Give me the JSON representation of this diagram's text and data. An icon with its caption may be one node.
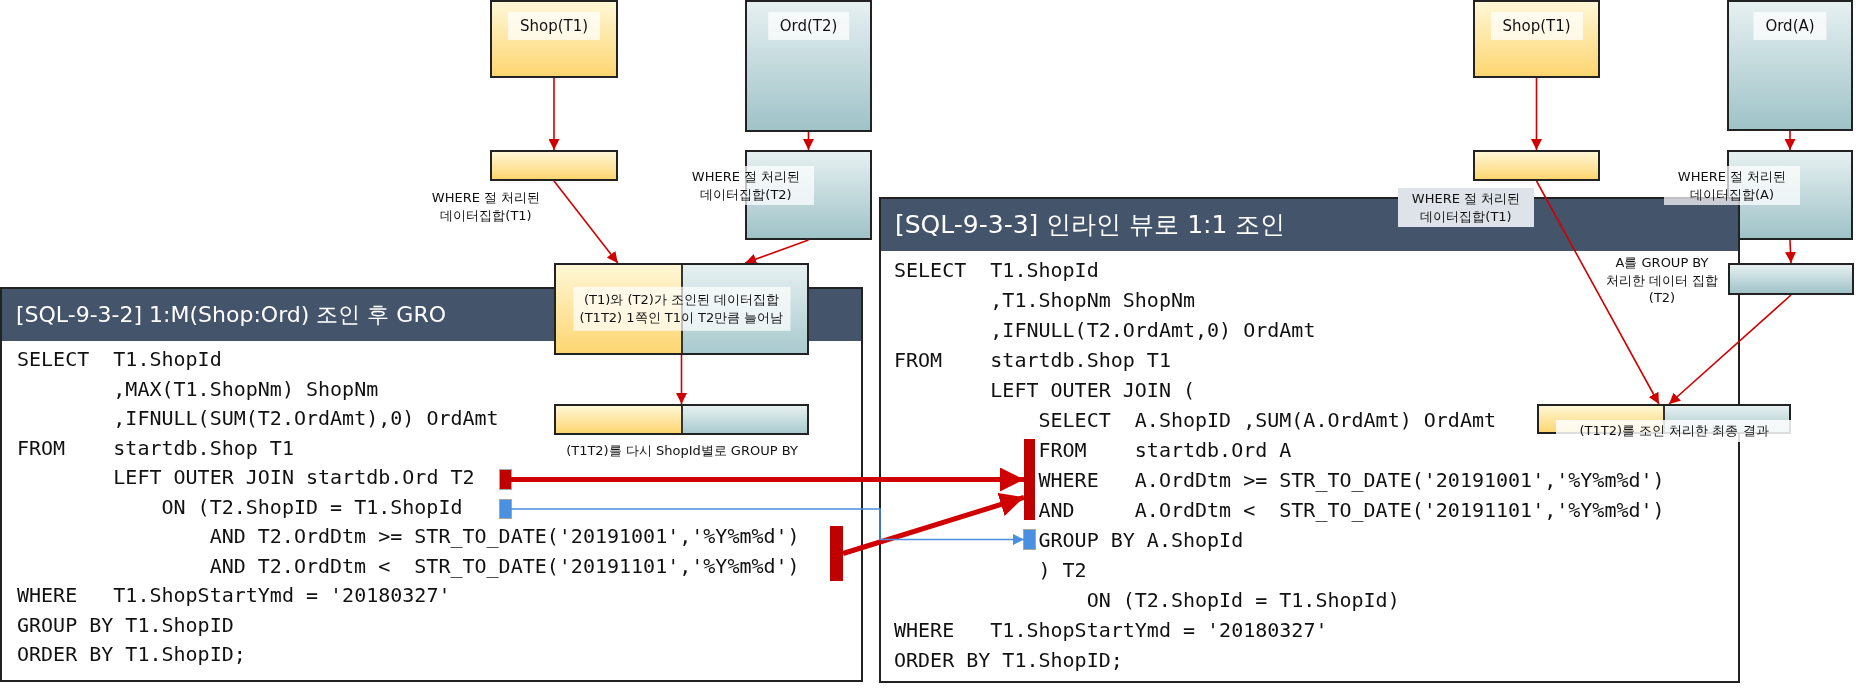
{
  "diagram": {
    "nodes": [
      {
        "text": [
          "Shop(T1)"
        ]
      },
      {
        "text": [
          "Ord(T2)"
        ]
      },
      {
        "text": [
          "WHERE 절 처리된 데이터집합(T1)"
        ]
      },
      {
        "text": [
          "WHERE 절 처리된 데이터집합(T2)"
        ]
      },
      {
        "text": [
          "(T1)와 (T2)가 조인된 데이터집합(T1T2) 1쪽인 T1이 T2만큼 늘어남"
        ]
      },
      {
        "text": [
          "[SQL-9-3-2] 1:M(Shop:Ord) 조인 후 GRO",
          "SELECT  T1.ShopId",
          ",MAX(T1.ShopNm) ShopNm",
          ",IFNULL(SUM(T2.OrdAmt),0) OrdAmt",
          "FROM    startdb.Shop T1",
          "LEFT OUTER JOIN startdb.Ord T2",
          "ON (T2.ShopID = T1.ShopId",
          "AND T2.OrdDtm >= STR_TO_DATE('20191001','%Y%m%d')",
          "AND T2.OrdDtm <  STR_TO_DATE('20191101','%Y%m%d')",
          "WHERE   T1.ShopStartYmd = '20180327'",
          "GROUP BY T1.ShopID",
          "ORDER BY T1.ShopID;"
        ]
      },
      {
        "text": [
          "(T1T2)를 다시 ShopId별로 GROUP BY"
        ],
        "in": 5
      },
      {
        "text": [],
        "shape": "box",
        "in": 5
      },
      {
        "text": [],
        "shape": "box",
        "in": 5
      },
      {
        "text": [],
        "shape": "bar",
        "in": 5
      },
      {
        "text": [
          "Shop(T1)"
        ]
      },
      {
        "text": [
          "Ord(A)"
        ]
      },
      {
        "text": [
          "WHERE 절 처리된 데이터집합(T1)"
        ]
      },
      {
        "text": [
          "WHERE 절 처리된 데이터집합(A)"
        ]
      },
      {
        "text": [
          "A를 GROUP BY 처리한 데이터 집합(T2)"
        ]
      },
      {
        "text": [
          "[SQL-9-3-3] 인라인 뷰로 1:1 조인",
          "SELECT  T1.ShopId",
          ",T1.ShopNm ShopNm",
          ",IFNULL(T2.OrdAmt,0) OrdAmt",
          "FROM    startdb.Shop T1",
          "LEFT OUTER JOIN (",
          "SELECT  A.ShopID ,SUM(A.OrdAmt) OrdAmt",
          "FROM    startdb.Ord A",
          "WHERE   A.OrdDtm >= STR_TO_DATE('20191001','%Y%m%d')",
          "AND     A.OrdDtm <  STR_TO_DATE('20191101','%Y%m%d')",
          "GROUP BY A.ShopId",
          ") T2",
          "ON (T2.ShopId = T1.ShopId)",
          "WHERE   T1.ShopStartYmd = '20180327'",
          "ORDER BY T1.ShopID;"
        ]
      },
      {
        "text": [
          "(T1T2)를 조인 처리한 최종 결과"
        ]
      },
      {
        "text": [],
        "shape": "bar",
        "in": 15
      },
      {
        "text": [],
        "shape": "box",
        "in": 15
      }
    ],
    "edges": [
      {
        "from": 0,
        "to": 2,
        "arrow": "to"
      },
      {
        "from": 2,
        "to": 4,
        "arrow": "to"
      },
      {
        "from": 1,
        "to": 3,
        "arrow": "to"
      },
      {
        "from": 3,
        "to": 4,
        "arrow": "to"
      },
      {
        "from": 4,
        "to": 6,
        "arrow": "to"
      },
      {
        "from": 10,
        "to": 12,
        "arrow": "to"
      },
      {
        "from": 12,
        "to": 16,
        "arrow": "to"
      },
      {
        "from": 11,
        "to": 13,
        "arrow": "to"
      },
      {
        "from": 13,
        "to": 14,
        "arrow": "to"
      },
      {
        "from": 14,
        "to": 16,
        "arrow": "to"
      },
      {
        "from": 7,
        "to": 17,
        "arrow": "to",
        "style": "thick"
      },
      {
        "from": 9,
        "to": 17,
        "arrow": "to",
        "style": "thick"
      },
      {
        "from": 8,
        "to": 18,
        "arrow": "to",
        "color": "#4a8fe0"
      }
    ]
  }
}
